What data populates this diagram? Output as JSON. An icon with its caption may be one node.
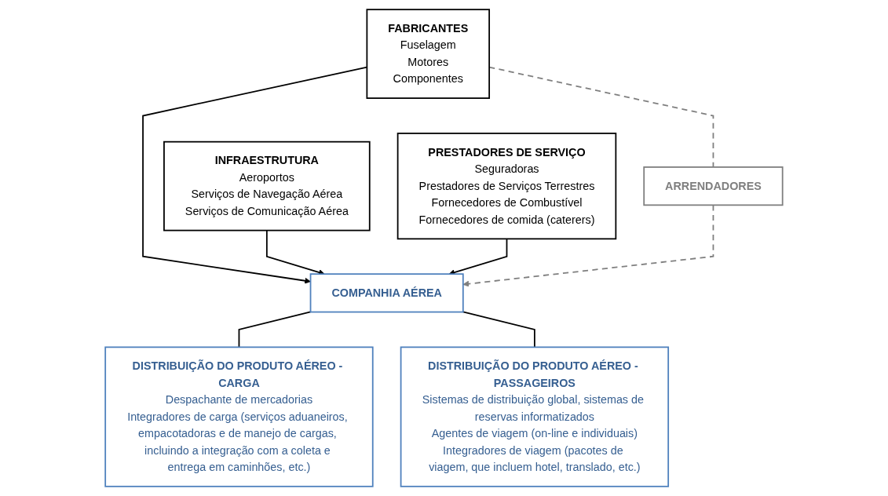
{
  "diagram": {
    "nodes": [
      {
        "text": [
          "FABRICANTES",
          "Fuselagem",
          "Motores",
          "Componentes"
        ]
      },
      {
        "text": [
          "INFRAESTRUTURA",
          "Aeroportos",
          "Serviços de Navegação Aérea",
          "Serviços de Comunicação Aérea"
        ]
      },
      {
        "text": [
          "PRESTADORES DE SERVIÇO",
          "Seguradoras",
          "Prestadores de Serviços Terrestres",
          "Fornecedores de Combustível",
          "Fornecedores de comida (caterers)"
        ]
      },
      {
        "text": [
          "ARRENDADORES"
        ]
      },
      {
        "text": [
          "COMPANHIA AÉREA"
        ]
      },
      {
        "text": [
          "DISTRIBUIÇÃO DO PRODUTO AÉREO - CARGA",
          "Despachante de mercadorias",
          "Integradores de carga (serviços aduaneiros, empacotadoras e de manejo de cargas, incluindo a integração com a coleta e entrega em caminhões, etc.)"
        ]
      },
      {
        "text": [
          "DISTRIBUIÇÃO DO PRODUTO AÉREO - PASSAGEIROS",
          "Sistemas de distribuição global, sistemas de reservas informatizados",
          "Agentes de viagem (on-line e individuais)",
          "Integradores de viagem (pacotes de viagem, que incluem hotel, translado, etc.)"
        ]
      }
    ],
    "edges": [
      {
        "from": 0,
        "to": 4,
        "arrow": "to"
      },
      {
        "from": 1,
        "to": 4,
        "arrow": "to"
      },
      {
        "from": 2,
        "to": 4,
        "arrow": "to"
      },
      {
        "from": 0,
        "to": 3,
        "arrow": "none",
        "style": "dashed",
        "color": "#7f7f7f"
      },
      {
        "from": 3,
        "to": 4,
        "arrow": "to",
        "style": "dashed",
        "color": "#7f7f7f"
      },
      {
        "from": 4,
        "to": 5,
        "arrow": "none"
      },
      {
        "from": 4,
        "to": 6,
        "arrow": "none"
      }
    ]
  }
}
